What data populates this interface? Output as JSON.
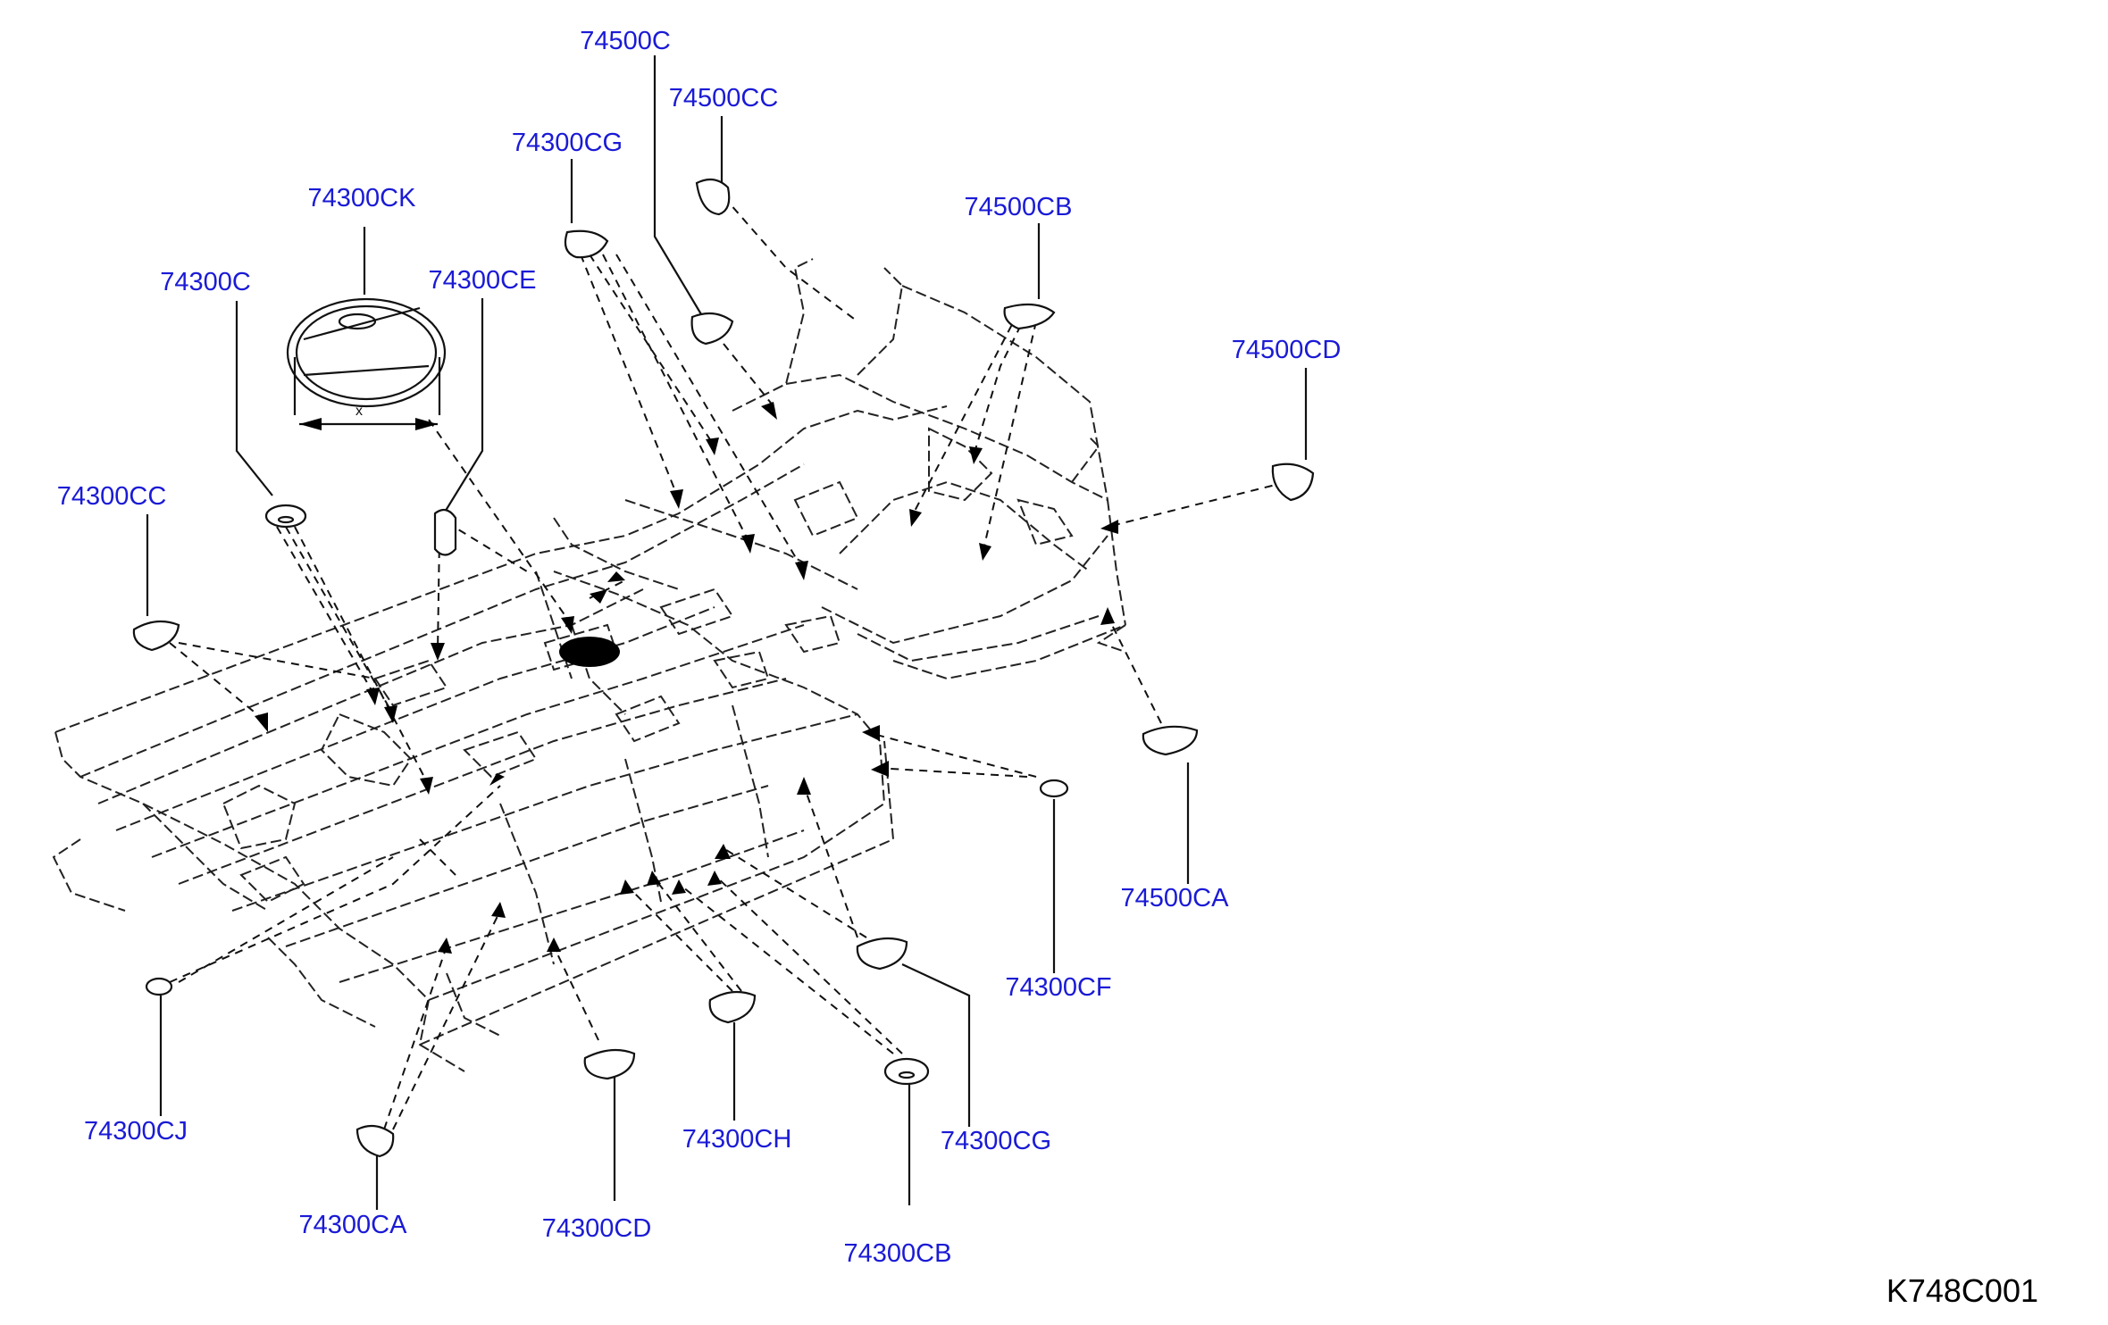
{
  "labels": {
    "c74500C": "74500C",
    "c74500CC": "74500CC",
    "c74300CG_top": "74300CG",
    "c74500CB": "74500CB",
    "c74300CK": "74300CK",
    "c74300CE": "74300CE",
    "c74300C": "74300C",
    "c74500CD": "74500CD",
    "c74300CC": "74300CC",
    "c74500CA": "74500CA",
    "c74300CF": "74300CF",
    "c74300CJ": "74300CJ",
    "c74300CH": "74300CH",
    "c74300CG_bottom": "74300CG",
    "c74300CA": "74300CA",
    "c74300CD": "74300CD",
    "c74300CB": "74300CB"
  },
  "dimension_label": "x",
  "diagram_code": "K748C001"
}
